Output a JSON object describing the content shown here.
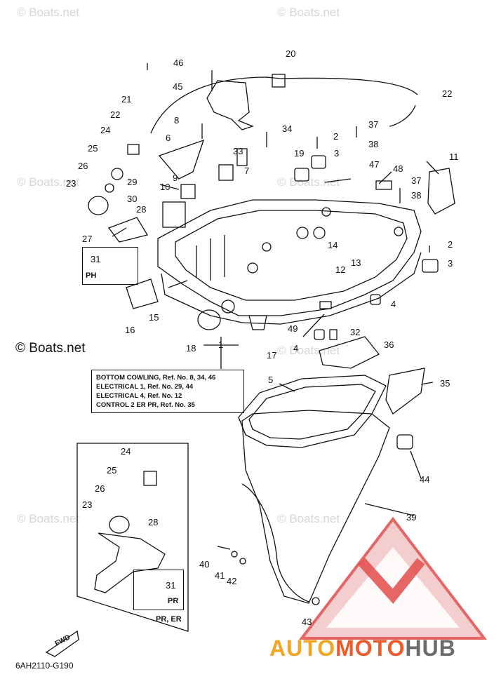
{
  "watermark": "© Boats.net",
  "copyright": "© Boats.net",
  "info_box": {
    "lines": [
      "BOTTOM COWLING, Ref. No. 8, 34, 46",
      "ELECTRICAL 1, Ref. No. 29, 44",
      "ELECTRICAL 4, Ref. No. 12",
      "CONTROL 2 ER PR, Ref. No. 35"
    ]
  },
  "ph_label": "PH",
  "pr_label": "PR",
  "pr_er_label": "PR, ER",
  "fwd_label": "FWD",
  "diagram_code": "6AH2110-G190",
  "logo": {
    "part1": "AUTO",
    "part2": "MOTO",
    "part3": "HUB"
  },
  "callouts": [
    "1",
    "2",
    "3",
    "4",
    "5",
    "6",
    "7",
    "8",
    "9",
    "10",
    "11",
    "12",
    "13",
    "14",
    "15",
    "16",
    "17",
    "18",
    "19",
    "20",
    "21",
    "22",
    "23",
    "24",
    "25",
    "26",
    "27",
    "28",
    "29",
    "30",
    "31",
    "32",
    "33",
    "34",
    "35",
    "36",
    "37",
    "38",
    "39",
    "40",
    "41",
    "42",
    "43",
    "44",
    "45",
    "46",
    "47",
    "48",
    "49"
  ],
  "inset_callouts": [
    "23",
    "24",
    "25",
    "26",
    "28",
    "31"
  ]
}
